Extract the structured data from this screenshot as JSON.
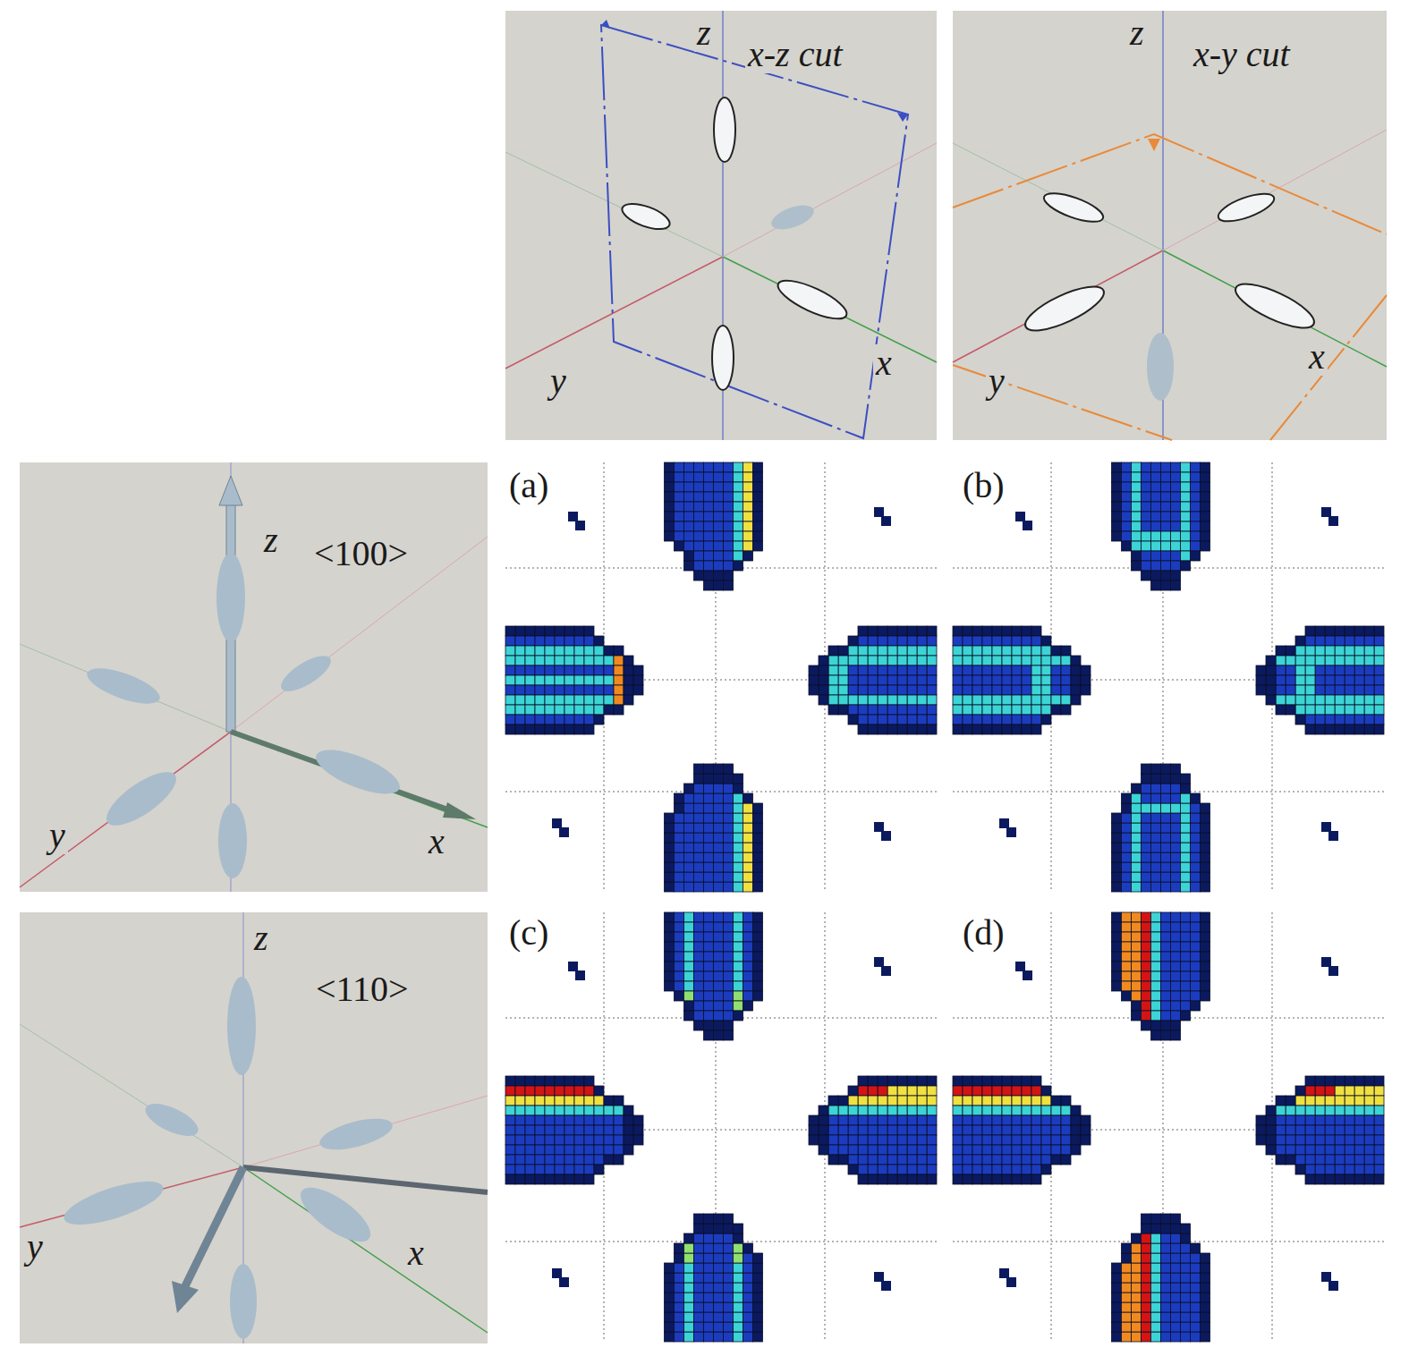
{
  "diagram": {
    "labels": [
      "z",
      "x-z cut",
      "y",
      "x",
      "z",
      "x-y cut",
      "y",
      "x",
      "z",
      "<100>",
      "(a)",
      "(b)",
      "y",
      "x",
      "z",
      "<110>",
      "(c)",
      "(d)",
      "y",
      "x"
    ]
  }
}
